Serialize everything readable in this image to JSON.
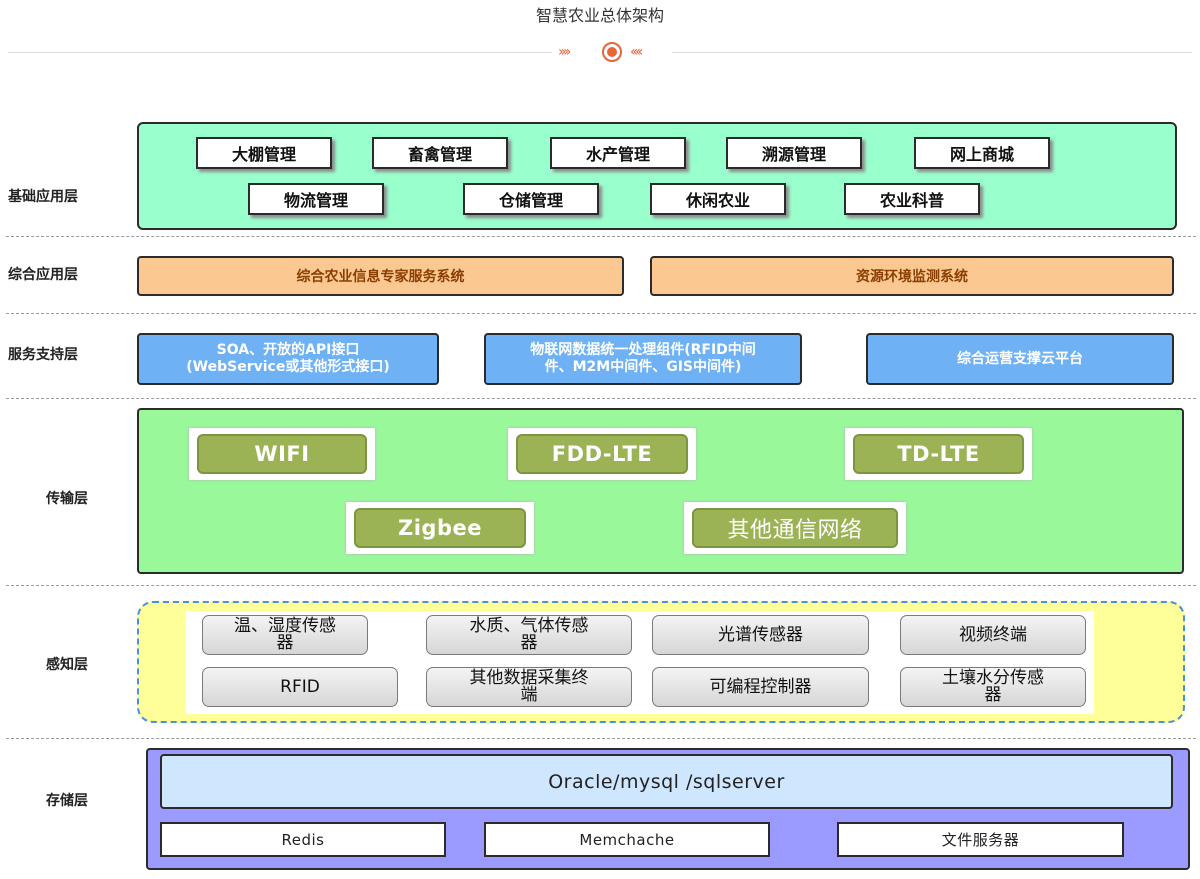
{
  "title": "智慧农业总体架构",
  "layers": {
    "basic": {
      "label": "基础应用层",
      "row1": [
        "大棚管理",
        "畜禽管理",
        "水产管理",
        "溯源管理",
        "网上商城"
      ],
      "row2": [
        "物流管理",
        "仓储管理",
        "休闲农业",
        "农业科普"
      ]
    },
    "integrated": {
      "label": "综合应用层",
      "items": [
        "综合农业信息专家服务系统",
        "资源环境监测系统"
      ]
    },
    "service": {
      "label": "服务支持层",
      "items": [
        {
          "line1": "SOA、开放的API接口",
          "line2": "(WebService或其他形式接口)"
        },
        {
          "line1": "物联网数据统一处理组件(RFID中间",
          "line2": "件、M2M中间件、GIS中间件)"
        },
        {
          "line1": "综合运营支撑云平台",
          "line2": ""
        }
      ]
    },
    "transport": {
      "label": "传输层",
      "items": [
        "WIFI",
        "FDD-LTE",
        "TD-LTE",
        "Zigbee",
        "其他通信网络"
      ]
    },
    "sensing": {
      "label": "感知层",
      "items": [
        {
          "line1": "温、湿度传感",
          "line2": "器"
        },
        {
          "line1": "水质、气体传感",
          "line2": "器"
        },
        {
          "line1": "光谱传感器",
          "line2": ""
        },
        {
          "line1": "视频终端",
          "line2": ""
        },
        {
          "line1": "RFID",
          "line2": ""
        },
        {
          "line1": "其他数据采集终",
          "line2": "端"
        },
        {
          "line1": "可编程控制器",
          "line2": ""
        },
        {
          "line1": "土壤水分传感",
          "line2": "器"
        }
      ]
    },
    "storage": {
      "label": "存储层",
      "database": "Oracle/mysql /sqlserver",
      "items": [
        "Redis",
        "Memchache",
        "文件服务器"
      ]
    }
  },
  "colors": {
    "accent": "#e8643a",
    "basic_layer_bg": "#99ffcc",
    "integrated_box": "#fbc892",
    "service_box": "#6fb1f5",
    "transport_layer_bg": "#99f99a",
    "transport_button": "#9bb355",
    "sensing_bg": "#ffff99",
    "sensing_border": "#4a90e2",
    "storage_layer_bg": "#9b9bff",
    "storage_db_bg": "#cfe6ff"
  }
}
